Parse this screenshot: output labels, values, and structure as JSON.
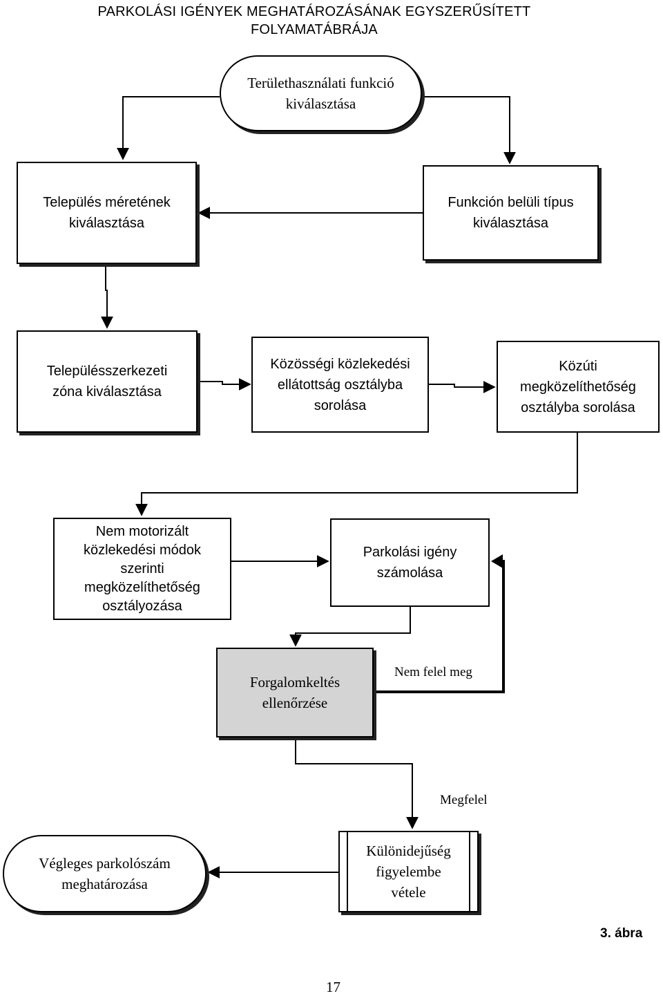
{
  "title": "PARKOLÁSI IGÉNYEK MEGHATÁROZÁSÁNAK EGYSZERŰSÍTETT\nFOLYAMATÁBRÁJA",
  "nodes": {
    "start": "Területhasználati funkció\nkiválasztása",
    "town_size": "Település méretének\nkiválasztása",
    "function_type": "Funkción belüli típus\nkiválasztása",
    "zone": "Településszerkezeti\nzóna kiválasztása",
    "public_transport": "Közösségi közlekedési\nellátottság osztályba\nsorolása",
    "road_access": "Közúti\nmegközelíthetőség\nosztályba sorolása",
    "non_motorized": "Nem motorizált\nközlekedési módok\nszerinti\nmegközelíthetőség\nosztályozása",
    "parking_demand": "Parkolási igény\nszámolása",
    "traffic_check": "Forgalomkeltés\nellenőrzése",
    "time_shift": "Különidejűség\nfigyelembe\nvétele",
    "final": "Végleges parkolószám\nmeghatározása"
  },
  "edge_labels": {
    "not_ok": "Nem felel meg",
    "ok": "Megfelel"
  },
  "figure_label": "3. ábra",
  "page_number": "17"
}
